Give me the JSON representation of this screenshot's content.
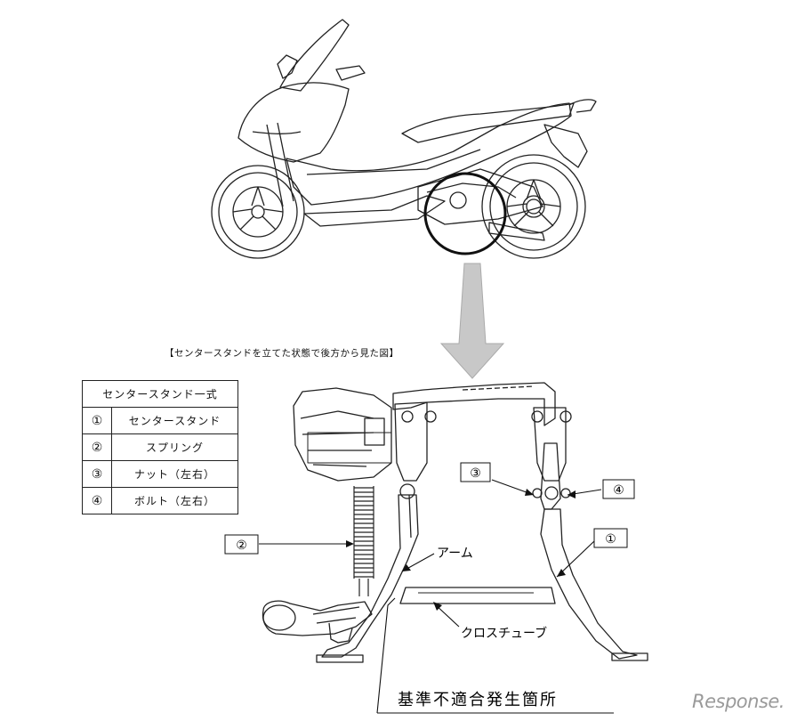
{
  "caption": "【センタースタンドを立てた状態で後方から見た図】",
  "parts_table": {
    "header": "センタースタンド一式",
    "rows": [
      {
        "num": "①",
        "label": "センタースタンド"
      },
      {
        "num": "②",
        "label": "スプリング"
      },
      {
        "num": "③",
        "label": "ナット（左右）"
      },
      {
        "num": "④",
        "label": "ボルト（左右）"
      }
    ]
  },
  "callouts": {
    "c1": "①",
    "c2": "②",
    "c3": "③",
    "c4": "④",
    "arm": "アーム",
    "cross_tube": "クロスチューブ",
    "defect_location": "基準不適合発生箇所"
  },
  "watermark": "Response."
}
